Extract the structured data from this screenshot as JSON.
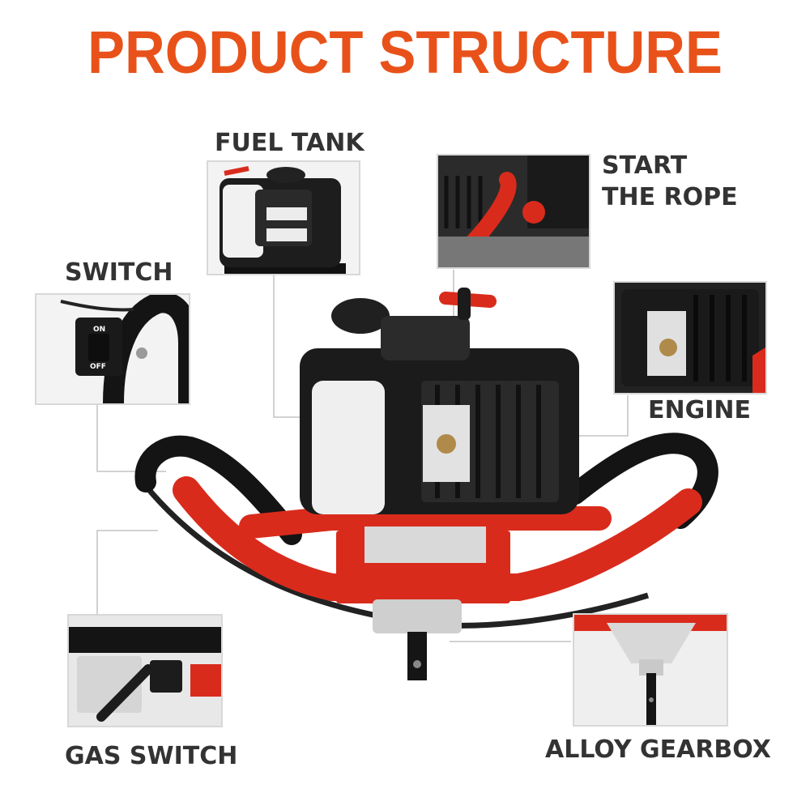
{
  "title": "PRODUCT STRUCTURE",
  "labels": {
    "fuel_tank": "FUEL TANK",
    "start_rope_line1": "START",
    "start_rope_line2": "THE ROPE",
    "switch": "SWITCH",
    "engine": "ENGINE",
    "gas_switch": "GAS SWITCH",
    "alloy_gearbox": "ALLOY GEARBOX"
  },
  "switch_panel": {
    "on": "ON",
    "off": "OFF"
  },
  "colors": {
    "accent": "#e8521a",
    "label": "#333333",
    "frame_red": "#d92b1c",
    "body_black": "#1b1b1b"
  }
}
